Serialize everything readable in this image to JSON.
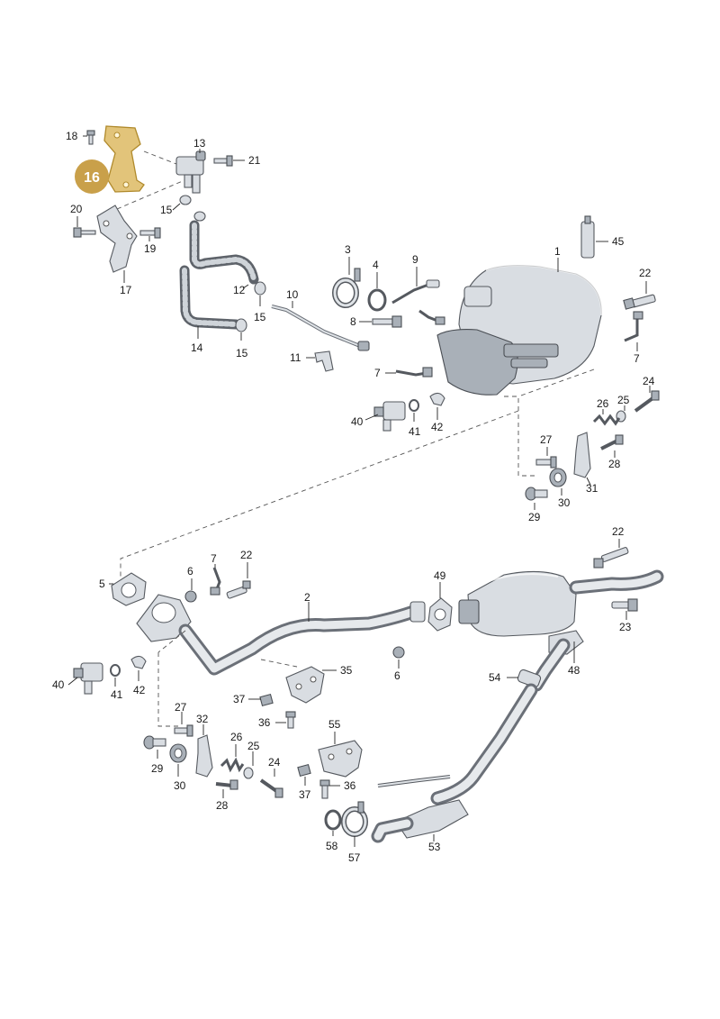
{
  "highlight": {
    "badge": "16",
    "color": "#c9a04a"
  },
  "callouts": {
    "c1": "1",
    "c2": "2",
    "c3": "3",
    "c4": "4",
    "c5": "5",
    "c6a": "6",
    "c6b": "6",
    "c7a": "7",
    "c7b": "7",
    "c7c": "7",
    "c8": "8",
    "c9": "9",
    "c10": "10",
    "c11": "11",
    "c12": "12",
    "c13": "13",
    "c14": "14",
    "c15a": "15",
    "c15b": "15",
    "c15c": "15",
    "c17": "17",
    "c18": "18",
    "c19": "19",
    "c20": "20",
    "c21": "21",
    "c22a": "22",
    "c22b": "22",
    "c22c": "22",
    "c23": "23",
    "c24a": "24",
    "c24b": "24",
    "c25a": "25",
    "c25b": "25",
    "c26a": "26",
    "c26b": "26",
    "c27a": "27",
    "c27b": "27",
    "c28a": "28",
    "c28b": "28",
    "c29a": "29",
    "c29b": "29",
    "c30a": "30",
    "c30b": "30",
    "c31": "31",
    "c32": "32",
    "c35": "35",
    "c36a": "36",
    "c36b": "36",
    "c37a": "37",
    "c37b": "37",
    "c40a": "40",
    "c40b": "40",
    "c41a": "41",
    "c41b": "41",
    "c42a": "42",
    "c42b": "42",
    "c45": "45",
    "c48": "48",
    "c49": "49",
    "c53": "53",
    "c54": "54",
    "c55": "55",
    "c57": "57",
    "c58": "58"
  }
}
